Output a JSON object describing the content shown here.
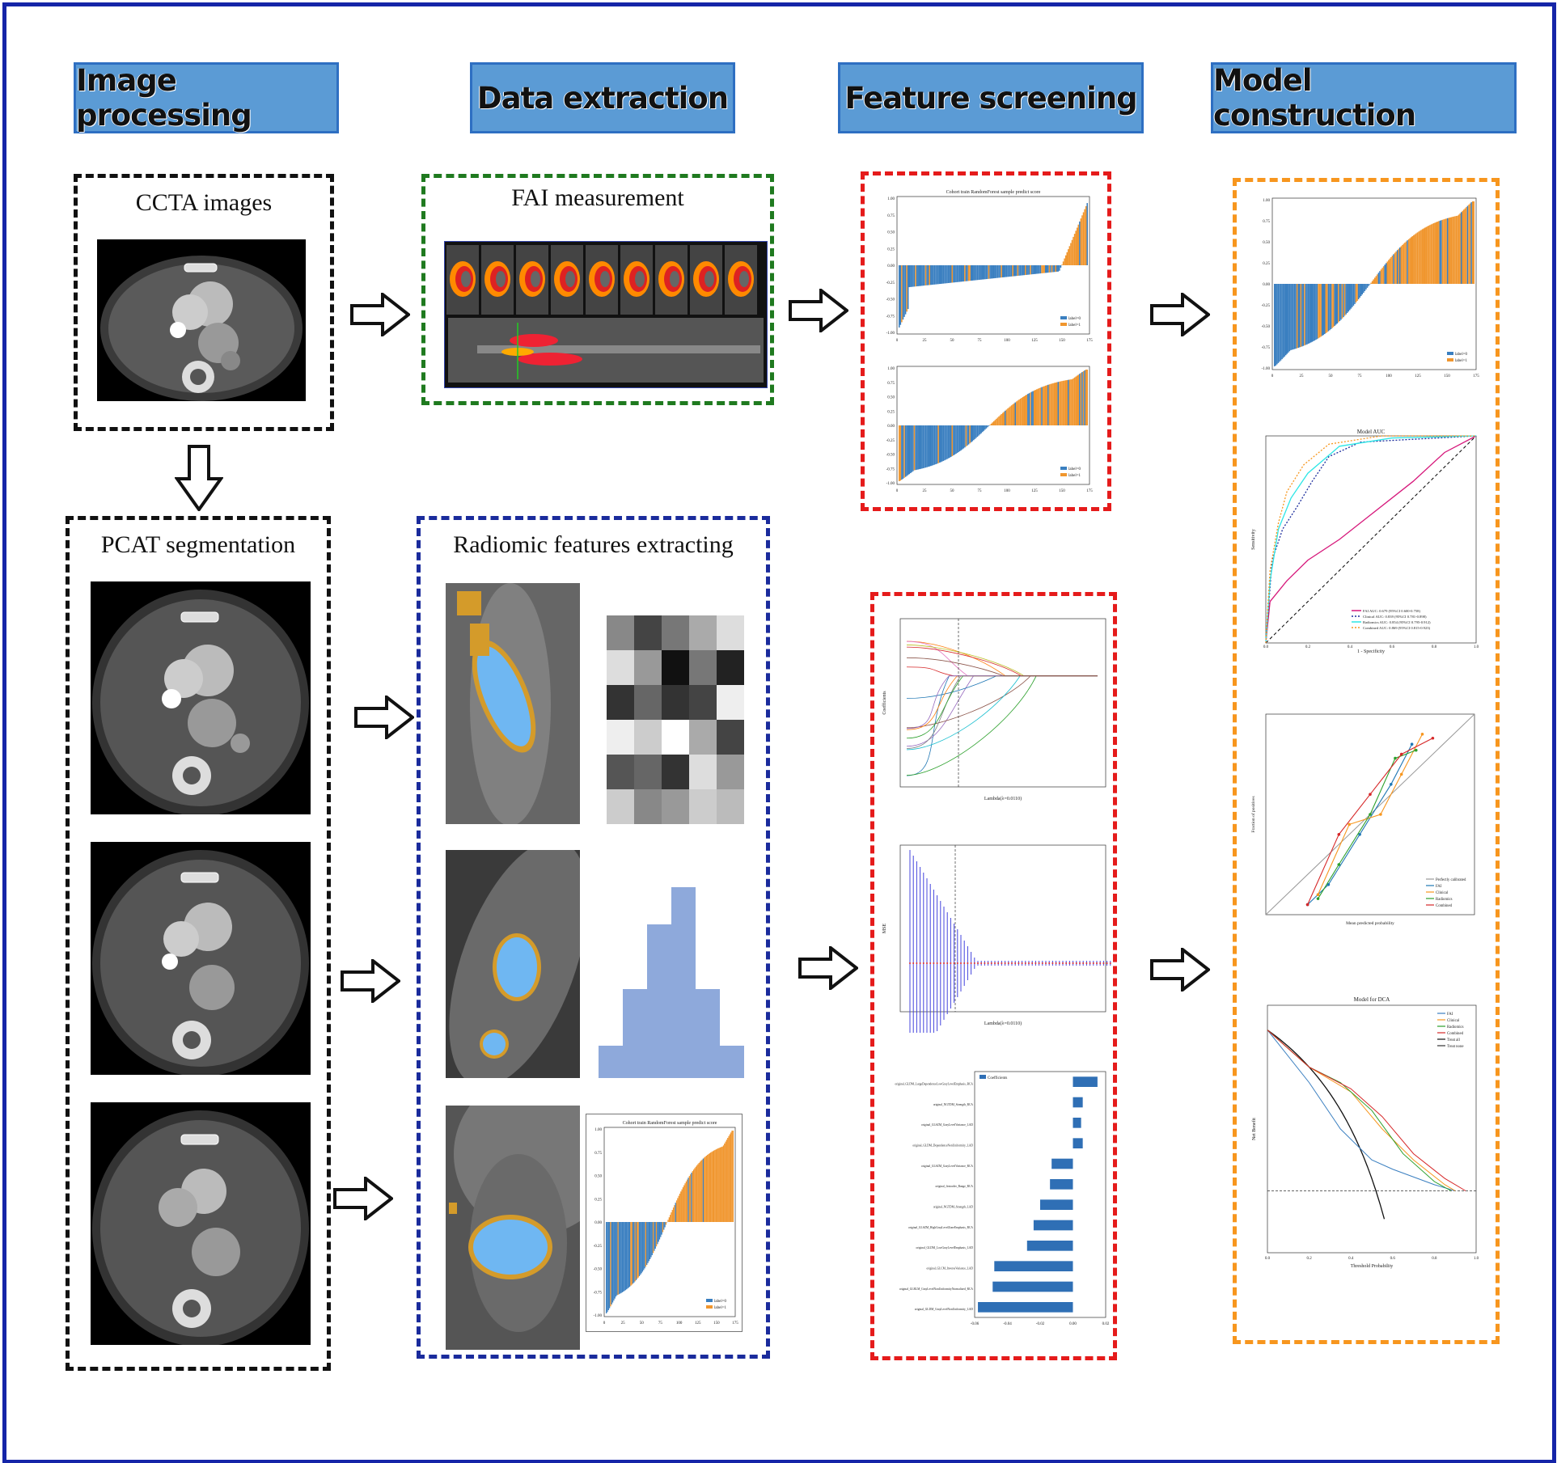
{
  "stages": [
    {
      "id": "image-processing",
      "label": "Image processing"
    },
    {
      "id": "data-extraction",
      "label": "Data extraction"
    },
    {
      "id": "feature-screening",
      "label": "Feature screening"
    },
    {
      "id": "model-construction",
      "label": "Model construction"
    }
  ],
  "boxes": {
    "ccta": {
      "title": "CCTA images"
    },
    "fai": {
      "title": "FAI measurement"
    },
    "pcat": {
      "title": "PCAT segmentation"
    },
    "radiomic": {
      "title": "Radiomic features extracting"
    }
  },
  "plots": {
    "cohort_score_title": "Cohort train RandomForest sample predict score",
    "label0": "label=0",
    "label1": "label=1",
    "lasso_xlabel": "Lambda(λ=0.0110)",
    "lasso_ylabel": "Coefficients",
    "mse_ylabel": "MSE",
    "coef_legend": "Coefficients",
    "coef_features": [
      "original_GLDM_LargeDependenceLowGrayLevelEmphasis_RCA",
      "original_NGTDM_Strength_RCA",
      "original_GLSZM_GrayLevelVariance_LAD",
      "original_GLDM_DependenceNonUniformity_LAD",
      "original_GLSZM_GrayLevelVariance_RCA",
      "original_firstorder_Range_RCA",
      "original_NGTDM_Strength_LAD",
      "original_GLSZM_HighGrayLevelZoneEmphasis_RCA",
      "original_GLDM_LowGrayLevelEmphasis_LAD",
      "original_GLCM_InverseVariance_LAD",
      "original_GLRLM_GrayLevelNonUniformityNormalized_RCA",
      "original_GLDM_GrayLevelNonUniformity_LAD"
    ],
    "coef_values": [
      0.015,
      0.006,
      0.005,
      0.006,
      -0.013,
      -0.014,
      -0.02,
      -0.024,
      -0.028,
      -0.048,
      -0.049,
      -0.058
    ],
    "auc_title": "Model AUC",
    "auc_xlabel": "1 - Specificity",
    "auc_ylabel": "Sensitivity",
    "auc_legend": [
      "FAI AUC: 0.679 (95%CI 0.600-0.758)",
      "Clinical AUC: 0.839 (95%CI 0.781-0.898)",
      "Radiomics AUC: 0.854 (95%CI 0.795-0.912)",
      "Combined AUC: 0.869 (95%CI 0.815-0.923)"
    ],
    "calib_xlabel": "Mean predicted probability",
    "calib_ylabel": "Fraction of positives",
    "calib_legend": [
      "Perfectly calibrated",
      "FAI",
      "Clinical",
      "Radiomics",
      "Combined"
    ],
    "dca_title": "Model for DCA",
    "dca_xlabel": "Threshold Probability",
    "dca_ylabel": "Net Benefit",
    "dca_legend": [
      "FAI",
      "Clinical",
      "Radiomics",
      "Combined",
      "Treat all",
      "Treat none"
    ]
  },
  "colors": {
    "header_fill": "#5b9bd5",
    "frame": "#1525a8",
    "box_black": "#111111",
    "box_green": "#1f7a1f",
    "box_blue": "#1a2b9c",
    "box_red": "#e51b1b",
    "box_orange": "#f7961e",
    "label0": "#3a7fc0",
    "label1": "#f0962e",
    "segment_blue": "#6fb7f2",
    "segment_orange": "#d49b2a"
  }
}
